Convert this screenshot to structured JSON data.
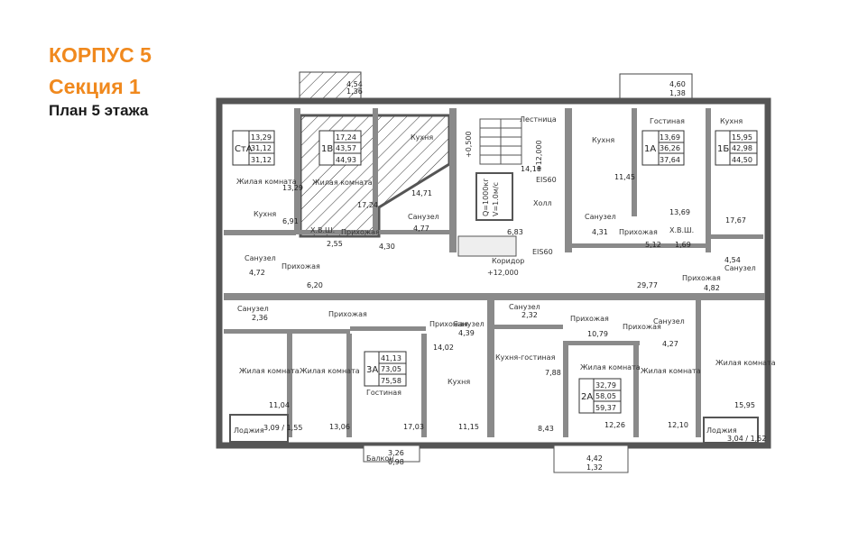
{
  "header": {
    "building": "КОРПУС 5",
    "section": "Секция 1",
    "floor_plan": "План 5 этажа"
  },
  "colors": {
    "accent": "#f0891e",
    "wall": "#555555",
    "hatch": "#333333"
  },
  "balconies": {
    "top_left": [
      "4,54",
      "1,36"
    ],
    "top_right": [
      "4,60",
      "1,38"
    ],
    "bottom_center": [
      "3,26",
      "0,98"
    ],
    "bottom_right": [
      "4,42",
      "1,32"
    ],
    "bottom_center_label": "Балкон"
  },
  "apartments": [
    {
      "code": "СтА",
      "areas": [
        "13,29",
        "31,12",
        "31,12"
      ]
    },
    {
      "code": "1В",
      "areas": [
        "17,24",
        "43,57",
        "44,93"
      ]
    },
    {
      "code": "1А",
      "areas": [
        "13,69",
        "36,26",
        "37,64"
      ]
    },
    {
      "code": "1Б",
      "areas": [
        "15,95",
        "42,98",
        "44,50"
      ]
    },
    {
      "code": "3А",
      "areas": [
        "41,13",
        "73,05",
        "75,58"
      ]
    },
    {
      "code": "2А",
      "areas": [
        "32,79",
        "58,05",
        "59,37"
      ]
    }
  ],
  "rooms": [
    {
      "label": "Жилая комната",
      "area": "13,29"
    },
    {
      "label": "Кухня",
      "area": "6,91"
    },
    {
      "label": "Санузел",
      "area": "4,72"
    },
    {
      "label": "Прихожая",
      "area": "6,20"
    },
    {
      "label": "Жилая комната",
      "area": "17,24"
    },
    {
      "label": "Кухня",
      "area": "14,71"
    },
    {
      "label": "Х.В.Ш.",
      "area": "2,55"
    },
    {
      "label": "Прихожая",
      "area": "4,30"
    },
    {
      "label": "Санузел",
      "area": "4,77"
    },
    {
      "label": "Лестница",
      "area": "14,18"
    },
    {
      "label": "Холл",
      "area": "6,83"
    },
    {
      "label": "Коридор",
      "area": ""
    },
    {
      "label": "Кухня",
      "area": "11,45"
    },
    {
      "label": "Санузел",
      "area": "4,31"
    },
    {
      "label": "Гостиная",
      "area": "13,69"
    },
    {
      "label": "Х.В.Ш.",
      "area": "1,69"
    },
    {
      "label": "Прихожая",
      "area": "5,12"
    },
    {
      "label": "Кухня",
      "area": "17,67"
    },
    {
      "label": "Санузел",
      "area": "4,54"
    },
    {
      "label": "Прихожая",
      "area": "4,82"
    },
    {
      "label": "Коридор",
      "area": "29,77"
    },
    {
      "label": "Санузел",
      "area": "2,36"
    },
    {
      "label": "Прихожая",
      "area": ""
    },
    {
      "label": "Жилая комната",
      "area": "11,04"
    },
    {
      "label": "Жилая комната",
      "area": "13,06"
    },
    {
      "label": "Гостиная",
      "area": "17,03"
    },
    {
      "label": "Санузел",
      "area": "4,39"
    },
    {
      "label": "Прихожая",
      "area": "14,02"
    },
    {
      "label": "Кухня",
      "area": "11,15"
    },
    {
      "label": "Санузел",
      "area": "2,32"
    },
    {
      "label": "Прихожая",
      "area": ""
    },
    {
      "label": "Кухня-гостиная",
      "area": "7,88"
    },
    {
      "label": "",
      "area": "8,43"
    },
    {
      "label": "Прихожая",
      "area": "10,79"
    },
    {
      "label": "Санузел",
      "area": "4,27"
    },
    {
      "label": "Жилая комната",
      "area": "12,26"
    },
    {
      "label": "Жилая комната",
      "area": "12,10"
    },
    {
      "label": "Жилая комната",
      "area": "15,95"
    },
    {
      "label": "Лоджия",
      "area": "3,09 / 1,55"
    },
    {
      "label": "Лоджия",
      "area": "3,04 / 1,52"
    }
  ],
  "elevations": [
    "+0,500",
    "+12,000",
    "+12,000"
  ],
  "fire_doors": [
    "EIS60",
    "EIS60"
  ],
  "elevator": [
    "Q=1000кг",
    "V=1.0м/с"
  ]
}
